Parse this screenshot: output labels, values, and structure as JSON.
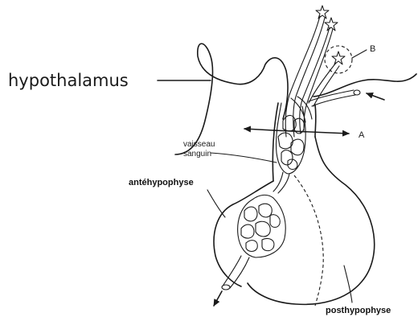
{
  "labels": {
    "hypothalamus": "hypothalamus",
    "vessel_line1": "vaisseau",
    "vessel_line2": "sanguin",
    "anterior_pituitary": "antéhypophyse",
    "posterior_pituitary": "posthypophyse",
    "letter_a": "A",
    "letter_b": "B"
  }
}
